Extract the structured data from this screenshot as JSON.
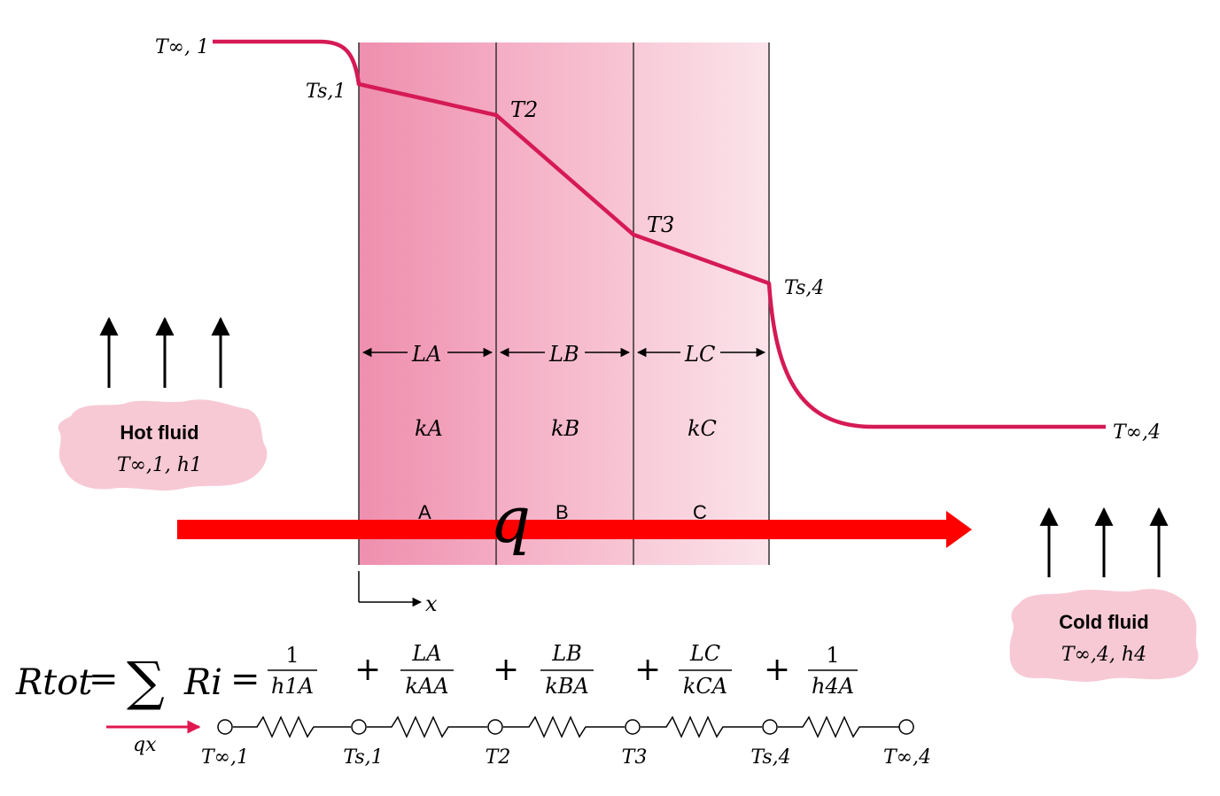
{
  "colors": {
    "wall_a": "#f2a3bd",
    "wall_b": "#f6bccd",
    "wall_c": "#fadbe4",
    "profile": "#d51a55",
    "flow_arrow": "#ff0000",
    "cloud": "#f7c9d5",
    "ink": "#000000"
  },
  "profile_labels": {
    "t_inf1": "T∞, 1",
    "ts1": "Ts,1",
    "t2": "T2",
    "t3": "T3",
    "ts4": "Ts,4",
    "t_inf4": "T∞,4"
  },
  "walls": [
    {
      "thickness": "LA",
      "conductivity": "kA",
      "name": "A"
    },
    {
      "thickness": "LB",
      "conductivity": "kB",
      "name": "B"
    },
    {
      "thickness": "LC",
      "conductivity": "kC",
      "name": "C"
    }
  ],
  "hot_fluid": {
    "title": "Hot fluid",
    "props": "T∞,1, h1"
  },
  "cold_fluid": {
    "title": "Cold fluid",
    "props": "T∞,4, h4"
  },
  "flow_label": "q",
  "x_axis_label": "x",
  "equation": {
    "lhs": "Rtot",
    "equals": "=",
    "sum_symbol": "∑",
    "sum_term": "Ri",
    "terms": [
      {
        "num": "1",
        "den": "h1A"
      },
      {
        "num": "LA",
        "den": "kAA"
      },
      {
        "num": "LB",
        "den": "kBA"
      },
      {
        "num": "LC",
        "den": "kCA"
      },
      {
        "num": "1",
        "den": "h4A"
      }
    ],
    "plus": "+"
  },
  "circuit": {
    "heat_rate_label": "qx",
    "nodes": [
      "T∞,1",
      "Ts,1",
      "T2",
      "T3",
      "Ts,4",
      "T∞,4"
    ]
  }
}
